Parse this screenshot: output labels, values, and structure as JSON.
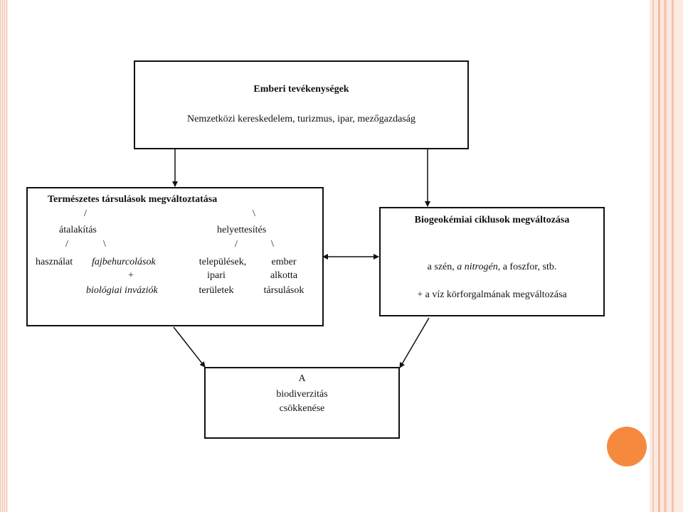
{
  "colors": {
    "accent_dot": "#f58a3f",
    "border": "#f2c9b4"
  },
  "human_activities": {
    "title": "Emberi tevékenységek",
    "text": "Nemzetközi kereskedelem, turizmus, ipar, mezőgazdaság"
  },
  "natural_communities": {
    "title": "Természetes társulások megváltoztatása",
    "slash_left": "/",
    "backslash_right": "\\",
    "transform": "átalakítás",
    "replace": "helyettesítés",
    "slash_l2": "/",
    "backslash_l2": "\\",
    "slash_r2": "/",
    "backslash_r2": "\\",
    "use": "használat",
    "introductions": "fajbehurcolások",
    "plus": "+",
    "invasions": "biológiai inváziók",
    "settlements_line1": "települések,",
    "settlements_line2": "ipari",
    "settlements_line3": "területek",
    "human_made_line1": "ember",
    "human_made_line2": "alkotta",
    "human_made_line3": "társulások"
  },
  "biogeochemical": {
    "title": "Biogeokémiai ciklusok megváltozása",
    "line1_a": "a szén, ",
    "line1_b": "a nitrogén,",
    "line1_c": " a foszfor, stb.",
    "line2": "+ a víz körforgalmának megváltozása"
  },
  "biodiversity": {
    "line1": "A",
    "line2": "biodiverzitás",
    "line3": "csökkenése"
  }
}
